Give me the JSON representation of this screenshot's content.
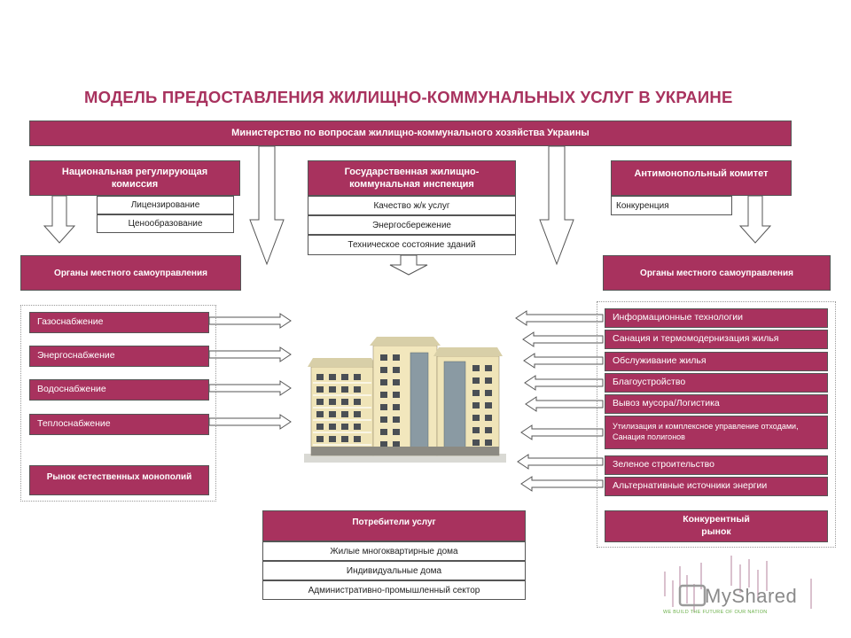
{
  "title": "МОДЕЛЬ ПРЕДОСТАВЛЕНИЯ ЖИЛИЩНО-КОММУНАЛЬНЫХ  УСЛУГ В УКРАИНЕ",
  "ministry": "Министерство по вопросам жилищно-коммунального хозяйства Украины",
  "commission": {
    "title": "Национальная регулирующая комиссия",
    "items": [
      "Лицензирование",
      "Ценообразование"
    ]
  },
  "inspection": {
    "title": "Государственная жилищно-коммунальная инспекция",
    "items": [
      "Качество ж/к услуг",
      "Энергосбережение",
      "Техническое состояние зданий"
    ]
  },
  "antimonopoly": {
    "title": "Антимонопольный комитет",
    "items": [
      "Конкуренция"
    ]
  },
  "local_gov_left": "Органы местного самоуправления",
  "local_gov_right": "Органы местного самоуправления",
  "utilities": [
    "Газоснабжение",
    "Энергоснабжение",
    "Водоснабжение",
    "Теплоснабжение"
  ],
  "natural_monopolies": "Рынок естественных монополий",
  "services": [
    "Информационные технологии",
    "Санация и термомодернизация  жилья",
    "Обслуживание жилья",
    "Благоустройство",
    "Вывоз мусора/Логистика",
    "Утилизация и комплексное управление отходами, Санация полигонов",
    "Зеленое строительство",
    "Альтернативные источники энергии"
  ],
  "competitive_market": "Конкурентный рынок",
  "consumers": {
    "title": "Потребители услуг",
    "items": [
      "Жилые многоквартирные дома",
      "Индивидуальные дома",
      "Административно-промышленный сектор"
    ]
  },
  "watermark": {
    "name": "MyShared",
    "tagline": "WE BUILD THE FUTURE OF OUR NATION"
  },
  "colors": {
    "accent": "#a8325e",
    "title": "#a8325e"
  }
}
